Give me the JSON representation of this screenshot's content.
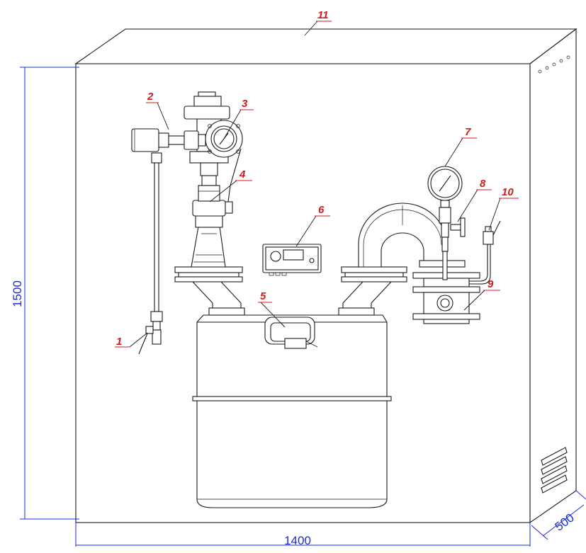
{
  "dimensions": {
    "height": "1500",
    "width": "1400",
    "depth": "500"
  },
  "callouts": [
    "1",
    "2",
    "3",
    "4",
    "5",
    "6",
    "7",
    "8",
    "9",
    "10",
    "11"
  ],
  "colors": {
    "dimension": "#1c2bd6",
    "callout": "#d21a1a",
    "line": "#1a1a1a"
  }
}
